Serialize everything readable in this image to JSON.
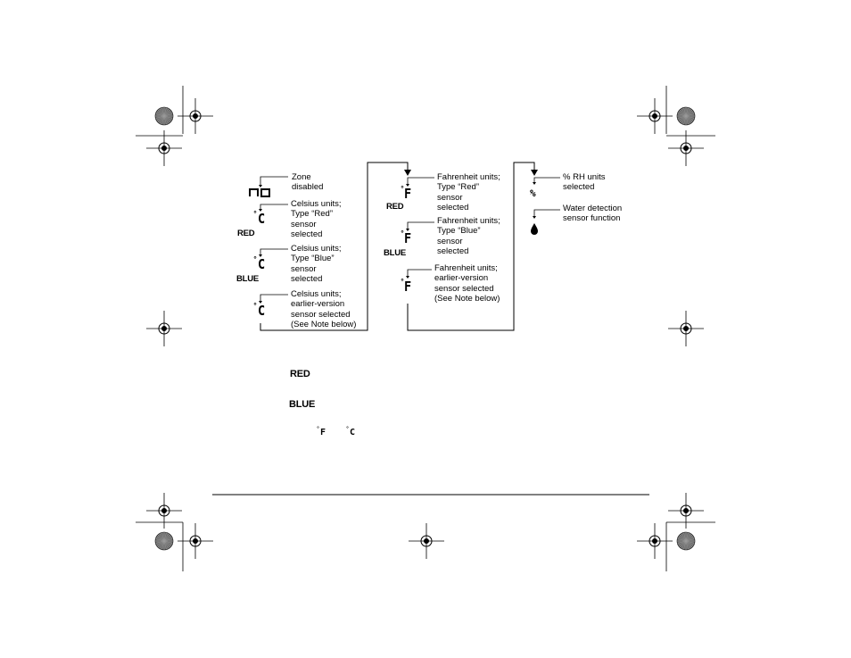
{
  "column1": {
    "items": [
      {
        "display": "no",
        "degree": "",
        "tag": "",
        "label": "Zone\ndisabled"
      },
      {
        "display": "C",
        "degree": "°",
        "tag": "RED",
        "label": "Celsius units;\nType “Red”\nsensor\nselected"
      },
      {
        "display": "C",
        "degree": "°",
        "tag": "BLUE",
        "label": "Celsius units;\nType “Blue”\nsensor\nselected"
      },
      {
        "display": "C",
        "degree": "°",
        "tag": "",
        "label": "Celsius units;\nearlier-version\nsensor selected\n(See Note below)"
      }
    ]
  },
  "column2": {
    "items": [
      {
        "display": "F",
        "degree": "°",
        "tag": "RED",
        "label": "Fahrenheit units;\nType “Red”\nsensor\nselected"
      },
      {
        "display": "F",
        "degree": "°",
        "tag": "BLUE",
        "label": "Fahrenheit units;\nType “Blue”\nsensor\nselected"
      },
      {
        "display": "F",
        "degree": "°",
        "tag": "",
        "label": "Fahrenheit units;\nearlier-version\nsensor selected\n(See Note below)"
      }
    ]
  },
  "column3": {
    "items": [
      {
        "display": "%",
        "label": "% RH units\nselected"
      },
      {
        "display": "drop",
        "label": "Water detection\nsensor function"
      }
    ]
  },
  "notes": {
    "red_tag": "RED",
    "blue_tag": "BLUE",
    "f_symbol": "F",
    "c_symbol": "C",
    "degree": "°"
  },
  "colors": {
    "ink": "#000000",
    "registration_fill": "#6d6d6d"
  }
}
